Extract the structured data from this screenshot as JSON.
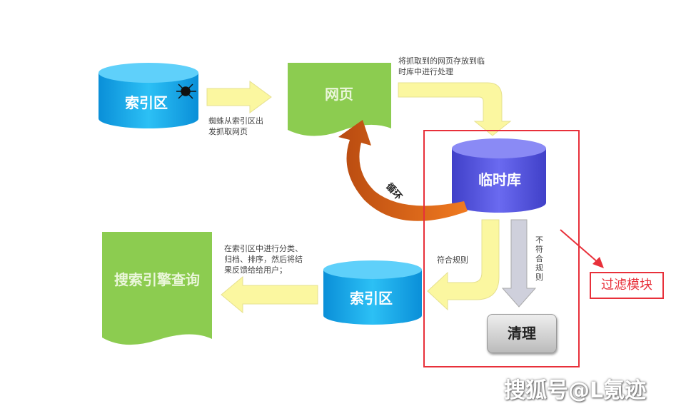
{
  "nodes": {
    "index_top": "索引区",
    "webpage": "网页",
    "temp_db": "临时库",
    "index_bottom": "索引区",
    "search_query": "搜索引擎查询",
    "clean": "清理"
  },
  "captions": {
    "crawl": "蜘蛛从索引区出\n发抓取网页",
    "store": "将抓取到的网页存放到临\n时库中进行处理",
    "loop": "循环",
    "match": "符合规则",
    "not_match": "不\n符\n合\n规\n则",
    "classify": "在索引区中进行分类、\n归档、排序，然后将结\n果反馈给给用户；"
  },
  "annotation": {
    "label": "过滤模块",
    "color": "#e8303a"
  },
  "watermark": "搜狐号@L氪迹",
  "colors": {
    "cylinder_blue": "#1aa8e8",
    "cylinder_purple": "#5a5ae0",
    "page_green": "#8ccc50",
    "arrow_yellow": "#fbf7a0",
    "loop_orange": "#e8661a"
  }
}
